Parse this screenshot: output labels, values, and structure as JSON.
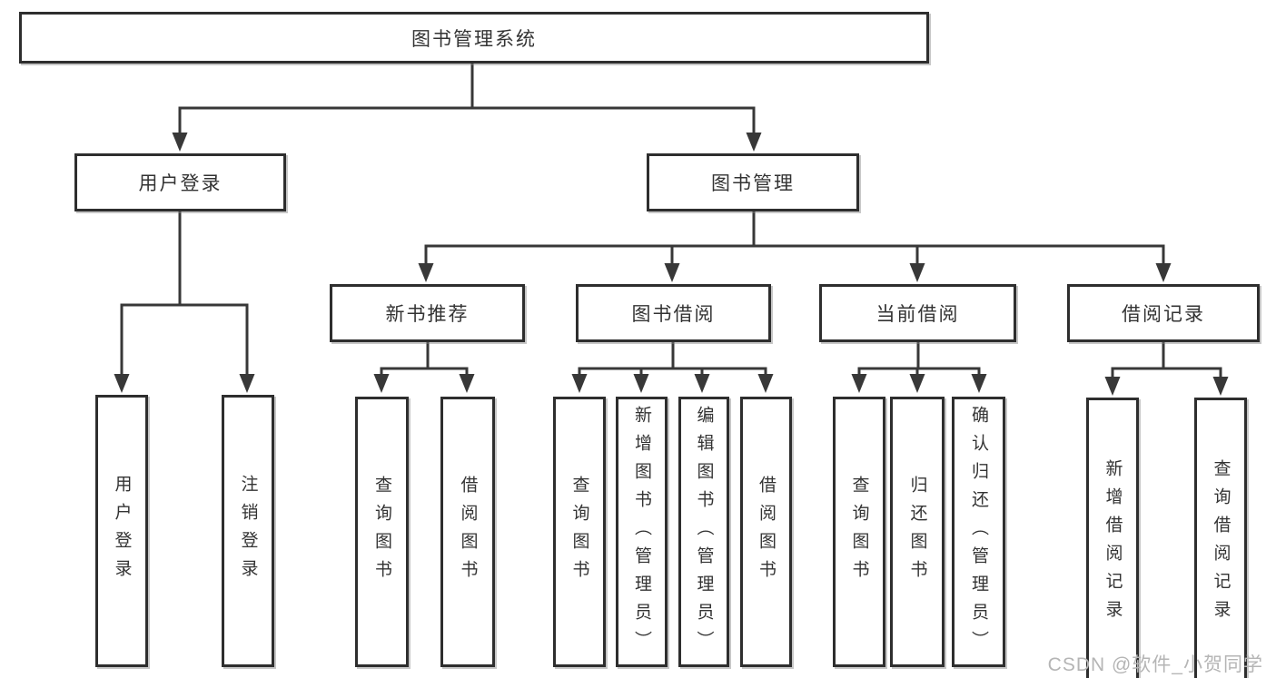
{
  "tree": {
    "root": {
      "label": "图书管理系统"
    },
    "branches": [
      {
        "label": "用户登录",
        "children": [
          {
            "label": "用户登录"
          },
          {
            "label": "注销登录"
          }
        ]
      },
      {
        "label": "图书管理",
        "children": [
          {
            "label": "新书推荐",
            "children": [
              {
                "label": "查询图书"
              },
              {
                "label": "借阅图书"
              }
            ]
          },
          {
            "label": "图书借阅",
            "children": [
              {
                "label": "查询图书"
              },
              {
                "label": "新增图书（管理员）"
              },
              {
                "label": "编辑图书（管理员）"
              },
              {
                "label": "借阅图书"
              }
            ]
          },
          {
            "label": "当前借阅",
            "children": [
              {
                "label": "查询图书"
              },
              {
                "label": "归还图书"
              },
              {
                "label": "确认归还（管理员）"
              }
            ]
          },
          {
            "label": "借阅记录",
            "children": [
              {
                "label": "新增借阅记录"
              },
              {
                "label": "查询借阅记录"
              }
            ]
          }
        ]
      }
    ]
  },
  "watermark": {
    "text": "CSDN @软件_小贺同学"
  },
  "colors": {
    "line": "#383838",
    "box_border": "#2e2e2e",
    "text": "#333333",
    "watermark": "#b5b5b5",
    "background": "#ffffff"
  }
}
